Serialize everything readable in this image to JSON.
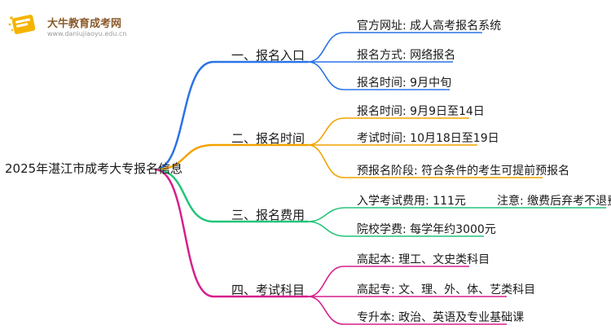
{
  "logo": {
    "name": "大牛教育成考网",
    "url": "www.daniujiaoyu.edu.cn"
  },
  "root": "2025年湛江市成考大专报名信息",
  "branches": [
    {
      "label": "一、报名入口",
      "color": "#2a73e8",
      "items": [
        "官方网址: 成人高考报名系统",
        "报名方式: 网络报名",
        "报名时间: 9月中旬"
      ]
    },
    {
      "label": "二、报名时间",
      "color": "#f2a300",
      "items": [
        "报名时间: 9月9日至14日",
        "考试时间: 10月18日至19日",
        "预报名阶段: 符合条件的考生可提前预报名"
      ]
    },
    {
      "label": "三、报名费用",
      "color": "#22c47a",
      "items": [
        "入学考试费用: 111元",
        "院校学费: 每学年约3000元"
      ],
      "note": "注意: 缴费后弃考不退费"
    },
    {
      "label": "四、考试科目",
      "color": "#d61f8c",
      "items": [
        "高起本: 理工、文史类科目",
        "高起专: 文、理、外、体、艺类科目",
        "专升本: 政治、英语及专业基础课"
      ]
    }
  ]
}
